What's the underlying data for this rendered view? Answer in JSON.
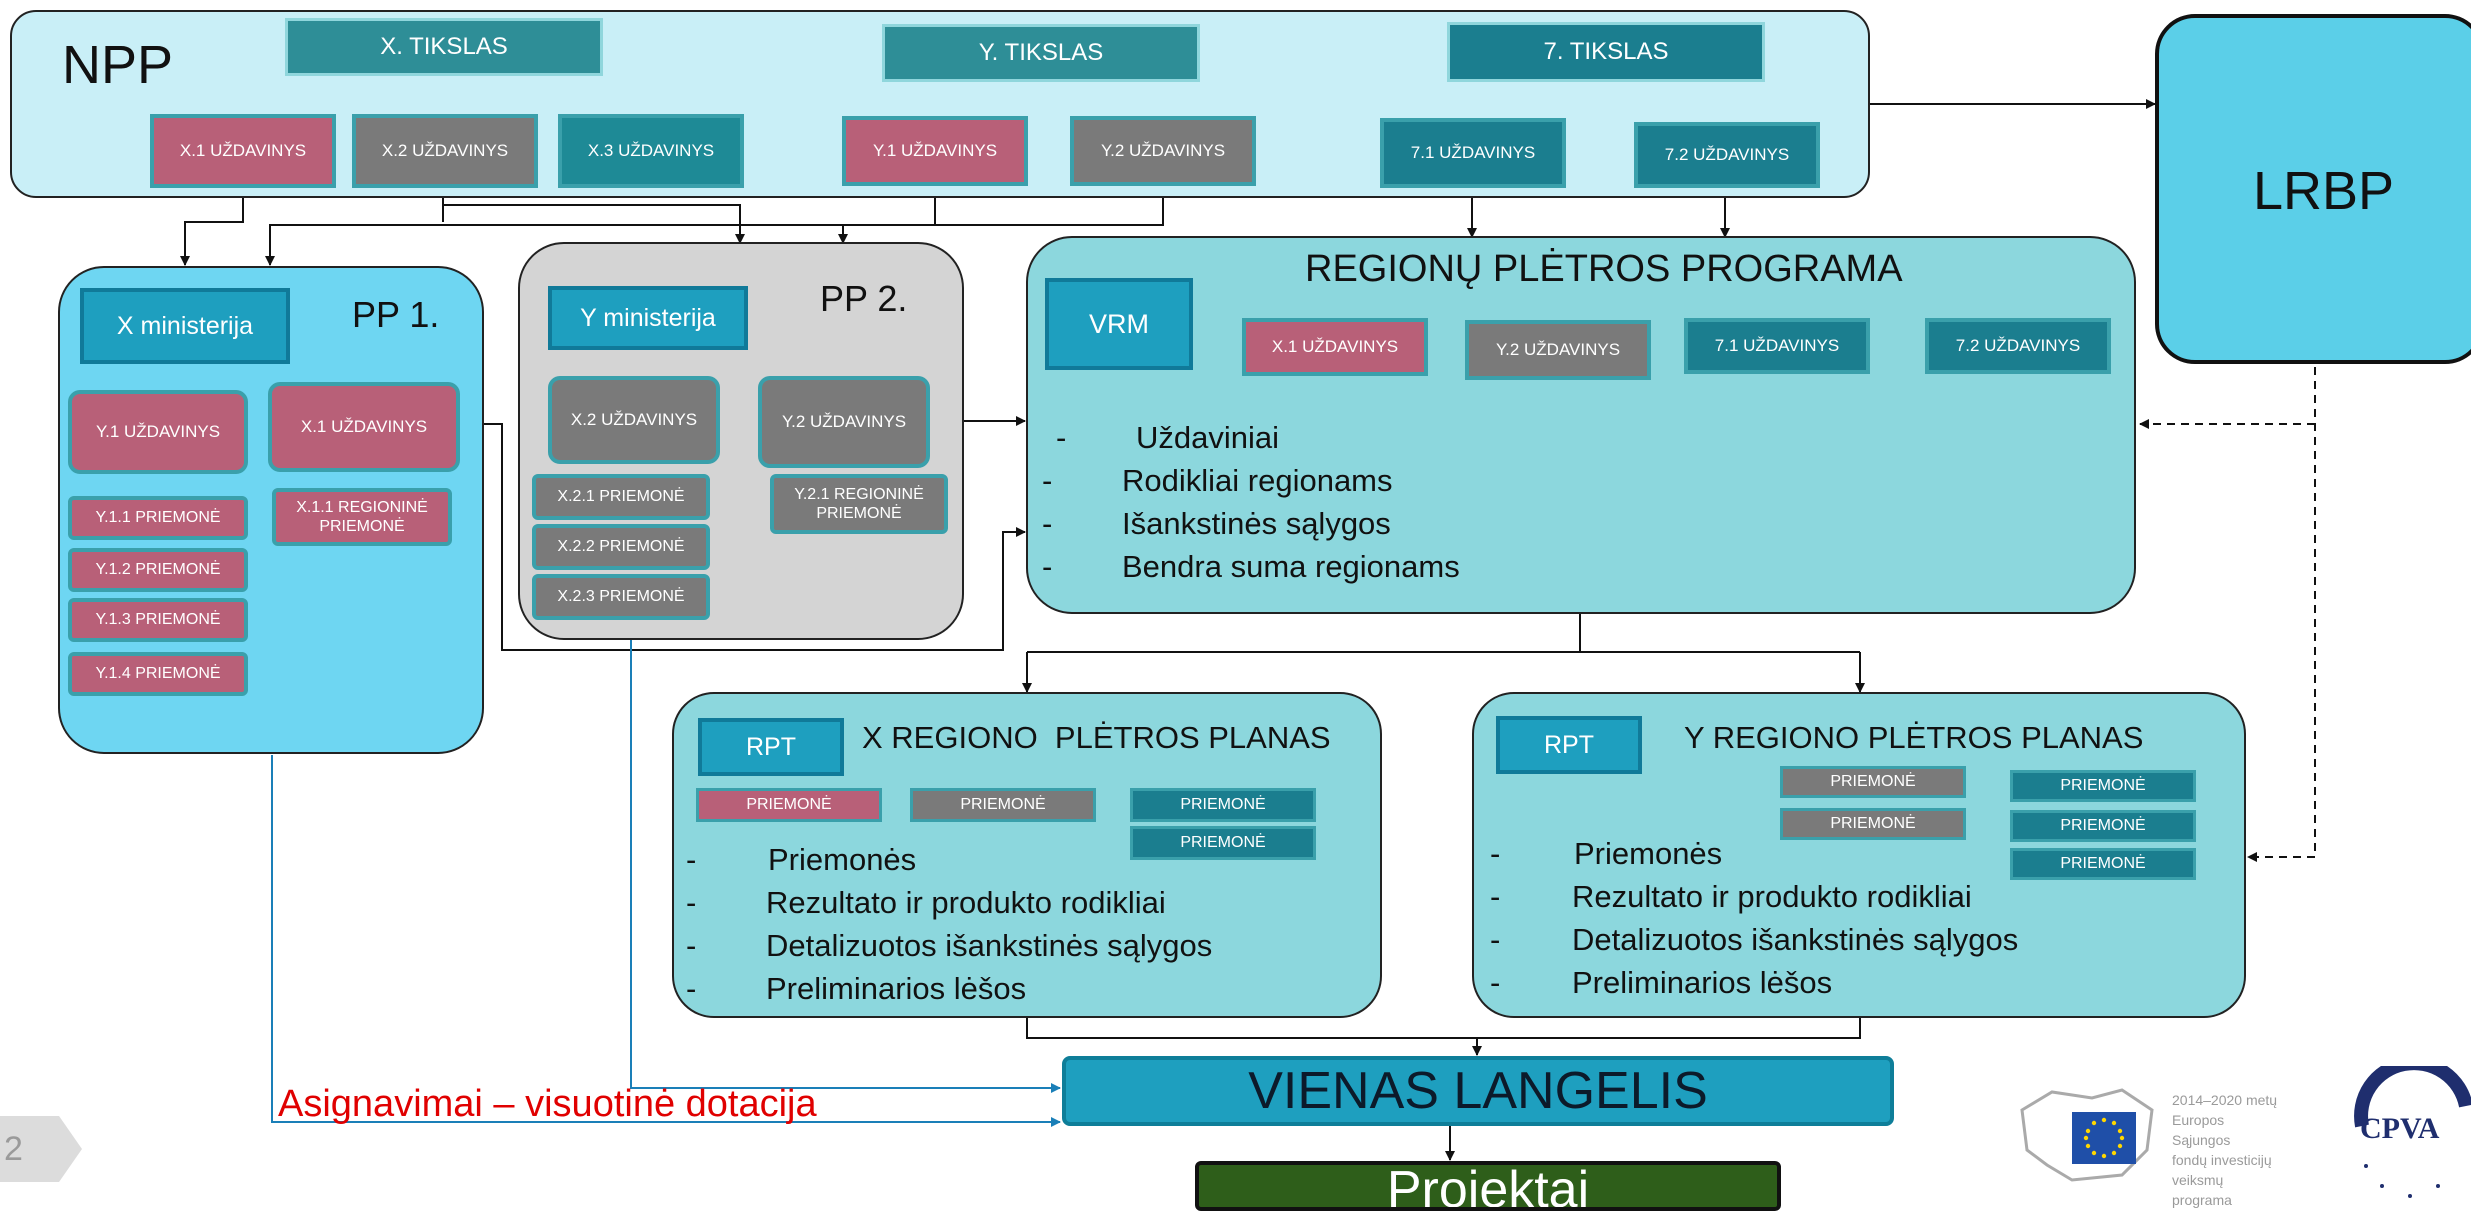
{
  "npp": {
    "label": "NPP",
    "goals": [
      "X. TIKSLAS",
      "Y. TIKSLAS",
      "7. TIKSLAS"
    ],
    "tasks": [
      "X.1 UŽDAVINYS",
      "X.2 UŽDAVINYS",
      "X.3 UŽDAVINYS",
      "Y.1 UŽDAVINYS",
      "Y.2 UŽDAVINYS",
      "7.1 UŽDAVINYS",
      "7.2 UŽDAVINYS"
    ]
  },
  "lrbp": {
    "label": "LRBP"
  },
  "pp1": {
    "label": "PP 1.",
    "ministry": "X ministerija",
    "tasks": [
      "Y.1 UŽDAVINYS",
      "X.1 UŽDAVINYS"
    ],
    "measures": [
      "Y.1.1 PRIEMONĖ",
      "Y.1.2 PRIEMONĖ",
      "Y.1.3 PRIEMONĖ",
      "Y.1.4 PRIEMONĖ"
    ],
    "regional_measure": "X.1.1 REGIONINĖ PRIEMONĖ"
  },
  "pp2": {
    "label": "PP 2.",
    "ministry": "Y ministerija",
    "tasks": [
      "X.2 UŽDAVINYS",
      "Y.2 UŽDAVINYS"
    ],
    "measures": [
      "X.2.1 PRIEMONĖ",
      "X.2.2 PRIEMONĖ",
      "X.2.3 PRIEMONĖ"
    ],
    "regional_measure": "Y.2.1 REGIONINĖ PRIEMONĖ"
  },
  "rpp": {
    "title": "REGIONŲ PLĖTROS PROGRAMA",
    "org": "VRM",
    "tasks": [
      "X.1 UŽDAVINYS",
      "Y.2 UŽDAVINYS",
      "7.1 UŽDAVINYS",
      "7.2 UŽDAVINYS"
    ],
    "items": [
      "Uždaviniai",
      "Rodikliai regionams",
      "Išankstinės sąlygos",
      "Bendra suma regionams"
    ]
  },
  "x_plan": {
    "org": "RPT",
    "title": "X REGIONO  PLĖTROS PLANAS",
    "measure_label": "PRIEMONĖ",
    "items": [
      "Priemonės",
      "Rezultato ir produkto rodikliai",
      "Detalizuotos išankstinės sąlygos",
      "Preliminarios lėšos"
    ]
  },
  "y_plan": {
    "org": "RPT",
    "title": "Y REGIONO PLĖTROS PLANAS",
    "measure_label": "PRIEMONĖ",
    "items": [
      "Priemonės",
      "Rezultato ir produkto rodikliai",
      "Detalizuotos išankstinės sąlygos",
      "Preliminarios lėšos"
    ]
  },
  "vienas_langelis": "VIENAS LANGELIS",
  "projektai": "Projektai",
  "asignavimai": "Asignavimai – visuotinė dotacija",
  "slide_number": "2",
  "footer_logo": {
    "lines": [
      "2014–2020 metų",
      "Europos Sąjungos",
      "fondų investicijų",
      "veiksmų programa"
    ],
    "cpva": "CPVA"
  },
  "colors": {
    "npp_bg": "#c9eff7",
    "pp1_bg": "#6ed6f2",
    "pp2_bg": "#d4d4d4",
    "rpp_bg": "#8cd7dd",
    "lrbp_bg": "#5bcfe8",
    "pink": "#b86078",
    "gray": "#7a7a7a",
    "teal": "#1b7e8f",
    "vienas_langelis": "#1e9fbf",
    "projektai": "#2e5e1a",
    "asignavimai": "#e00000"
  }
}
